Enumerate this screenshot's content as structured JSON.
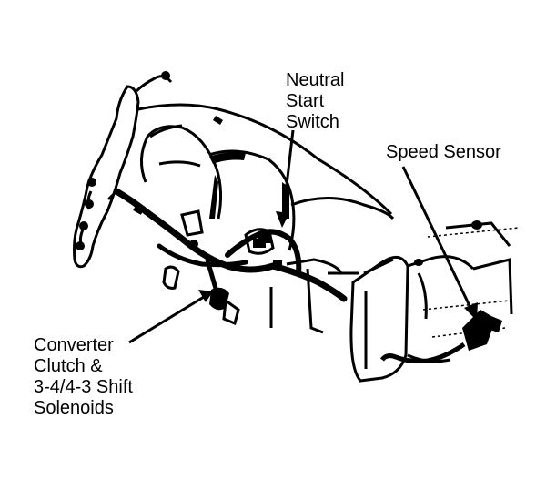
{
  "labels": {
    "neutral_start_switch": [
      "Neutral",
      "Start",
      "Switch"
    ],
    "speed_sensor": [
      "Speed Sensor"
    ],
    "converter_clutch": [
      "Converter",
      "Clutch &",
      "3-4/4-3 Shift",
      "Solenoids"
    ]
  },
  "colors": {
    "ink": "#000000",
    "paper": "#ffffff"
  }
}
